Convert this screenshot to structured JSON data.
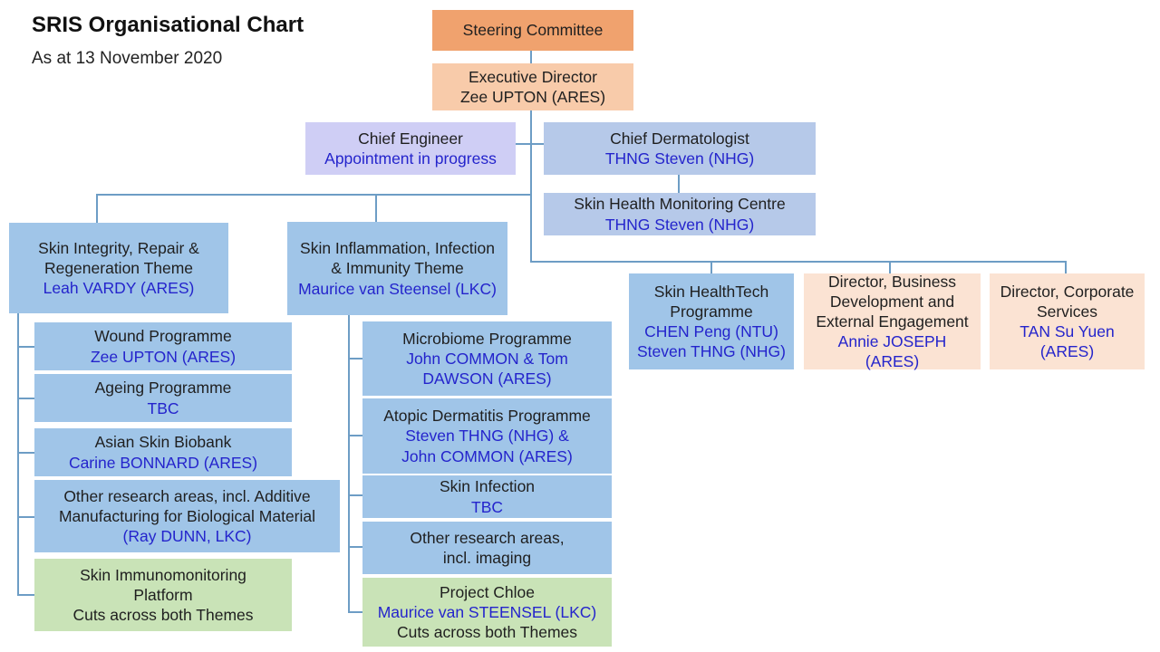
{
  "header": {
    "title": "SRIS Organisational Chart",
    "as_at": "As at 13 November 2020"
  },
  "palette": {
    "steering_orange": "#F0A26E",
    "executive_peach": "#F8CBAA",
    "engineer_lavender": "#CFCEF5",
    "dermatologist_blue": "#B6C9E9",
    "programme_blue": "#A0C5E8",
    "platform_green": "#C9E3B7",
    "director_peach": "#FBE3D3",
    "connector_line": "#6D9DC5",
    "person_text": "#2424CC",
    "body_text": "#1F1F1F"
  },
  "boxes": {
    "steering_committee": {
      "title": "Steering Committee"
    },
    "executive_director": {
      "title": "Executive Director",
      "person": "Zee UPTON (ARES)"
    },
    "chief_engineer": {
      "title": "Chief Engineer",
      "status": "Appointment in progress"
    },
    "chief_dermatologist": {
      "title": "Chief Dermatologist",
      "person": "THNG Steven (NHG)"
    },
    "skin_health_monitoring_centre": {
      "title": "Skin Health Monitoring Centre",
      "person": "THNG Steven (NHG)"
    },
    "theme1": {
      "title": "Skin Integrity, Repair & Regeneration Theme",
      "person": "Leah VARDY (ARES)"
    },
    "theme2": {
      "title": "Skin Inflammation, Infection & Immunity Theme",
      "person": "Maurice van Steensel (LKC)"
    },
    "skin_healthtech": {
      "title": "Skin HealthTech Programme",
      "persons": [
        "CHEN Peng (NTU)",
        "Steven THNG (NHG)"
      ]
    },
    "director_business_development": {
      "title": "Director, Business Development and External Engagement",
      "person": "Annie JOSEPH (ARES)"
    },
    "director_corporate_services": {
      "title": "Director, Corporate Services",
      "person_lines": [
        "TAN Su Yuen",
        "(ARES)"
      ]
    }
  },
  "theme1_programmes": [
    {
      "title": "Wound Programme",
      "person": "Zee UPTON (ARES)"
    },
    {
      "title": "Ageing Programme",
      "person": "TBC"
    },
    {
      "title": "Asian Skin Biobank",
      "person": "Carine BONNARD (ARES)"
    },
    {
      "title": "Other research areas, incl. Additive Manufacturing for Biological Material",
      "person": "(Ray DUNN, LKC)"
    },
    {
      "title_lines": [
        "Skin Immunomonitoring",
        "Platform"
      ],
      "note": "Cuts across both Themes"
    }
  ],
  "theme2_programmes": [
    {
      "title": "Microbiome Programme",
      "person_lines": [
        "John COMMON & Tom",
        "DAWSON (ARES)"
      ]
    },
    {
      "title": "Atopic Dermatitis Programme",
      "person_lines": [
        "Steven THNG (NHG) &",
        "John COMMON (ARES)"
      ]
    },
    {
      "title": "Skin Infection",
      "person": "TBC"
    },
    {
      "title_lines": [
        "Other research areas,",
        "incl. imaging"
      ]
    },
    {
      "title": "Project Chloe",
      "person": "Maurice van STEENSEL (LKC)",
      "note": "Cuts across both Themes"
    }
  ]
}
